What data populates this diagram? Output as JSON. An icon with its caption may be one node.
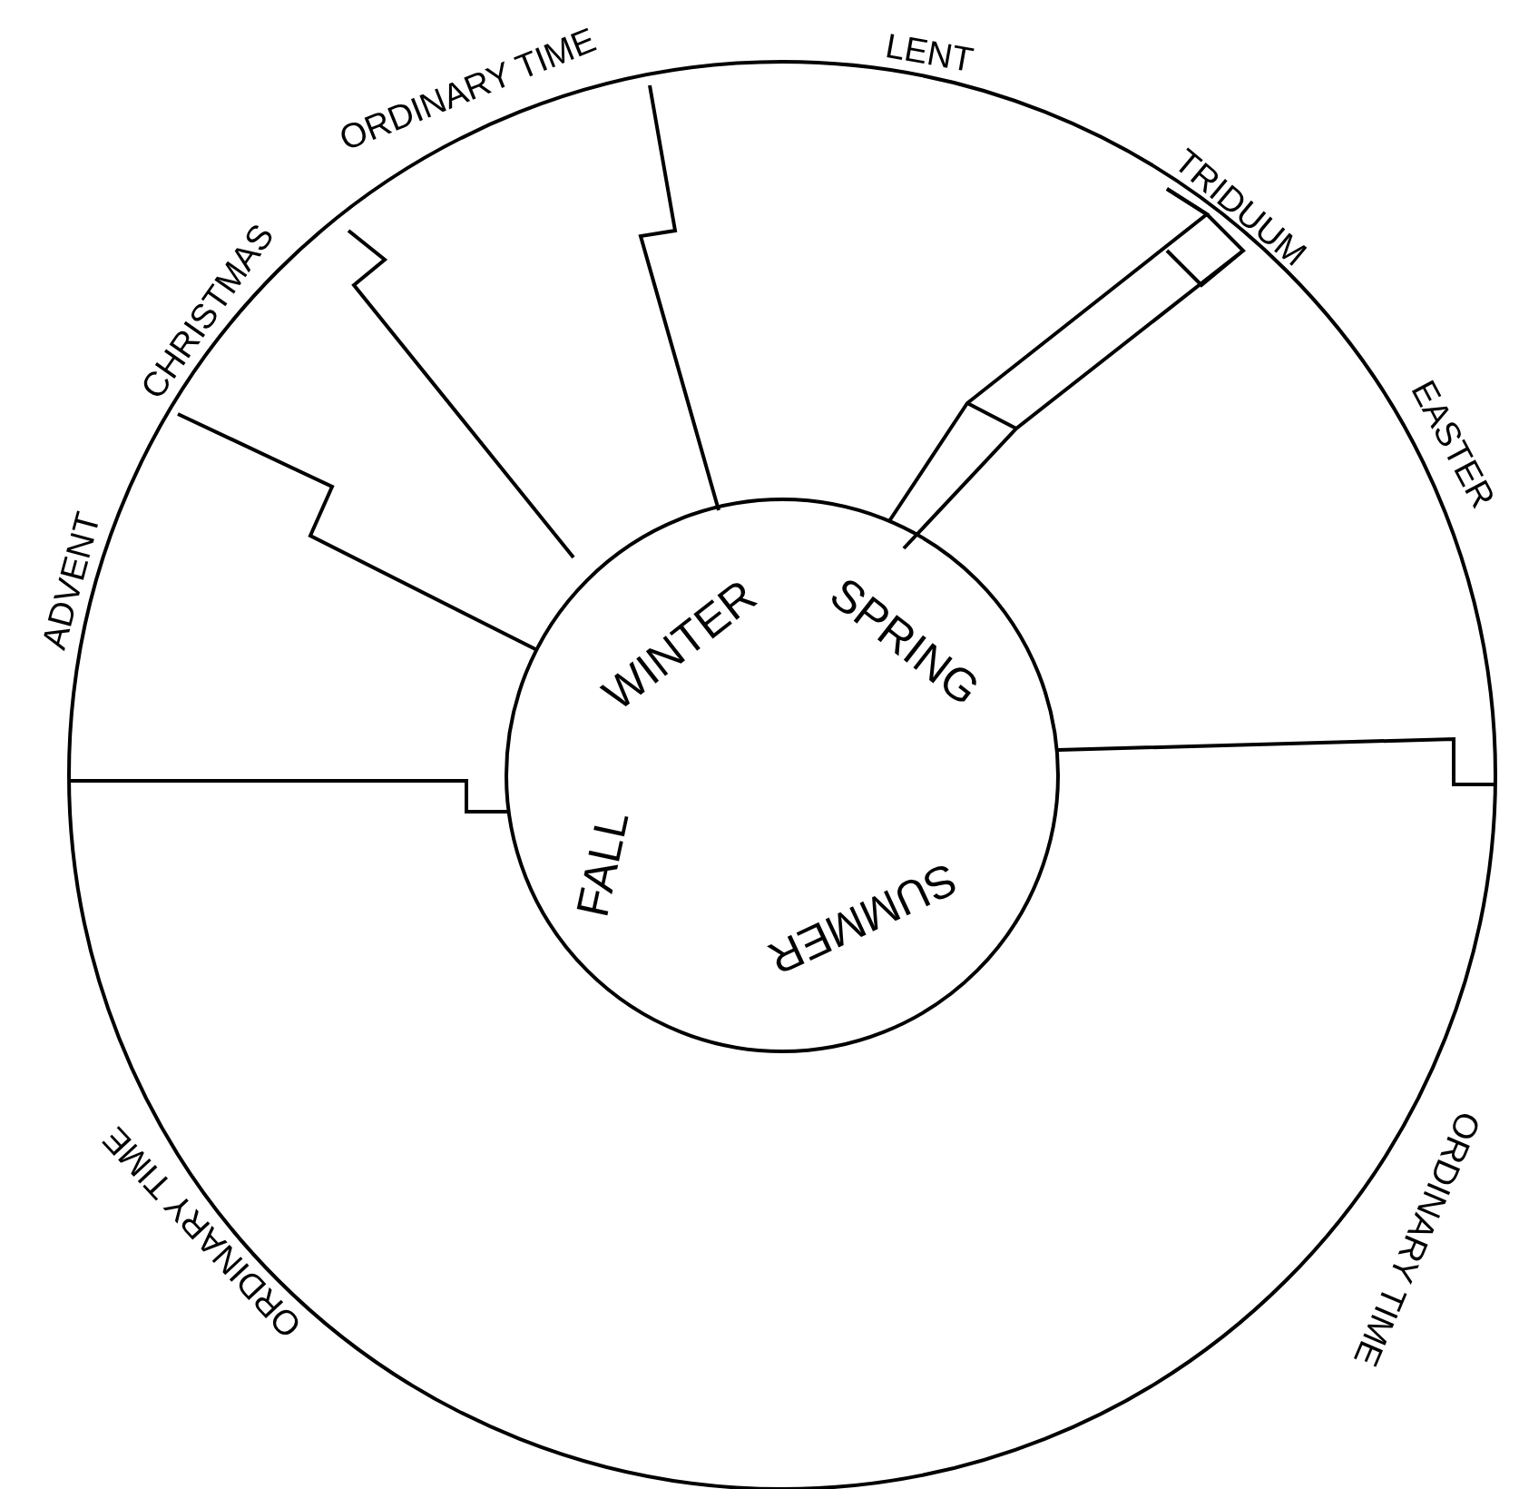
{
  "diagram": {
    "labels": [
      "LENT",
      "ORDINARY TIME",
      "TRIDUUM",
      "CHRISTMAS",
      "EASTER",
      "ADVENT",
      "WINTER",
      "SPRING",
      "FALL",
      "SUMMER",
      "ORDINARY TIME",
      "ORDINARY TIME"
    ]
  }
}
